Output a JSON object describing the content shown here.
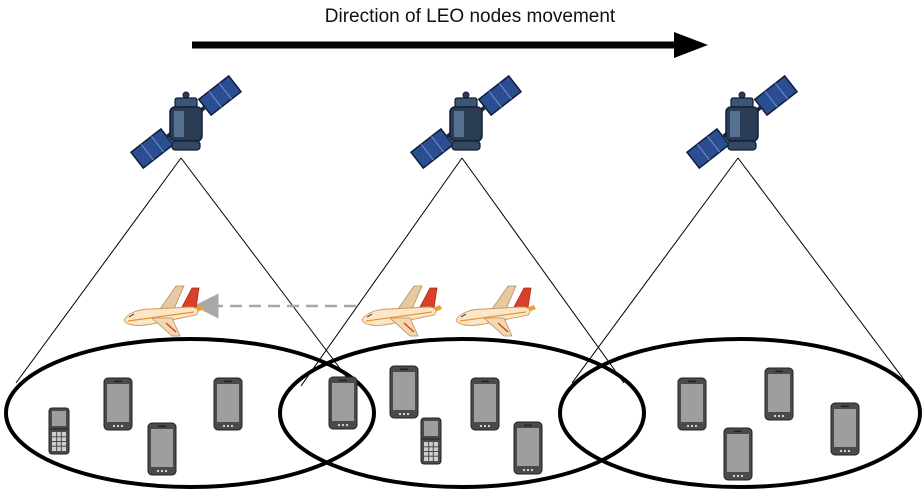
{
  "direction_label": "Direction of LEO nodes movement",
  "colors": {
    "satellite_panel": "#2b4e92",
    "satellite_body": "#2a3d55",
    "phone_body": "#4a4a4a",
    "phone_screen": "#9e9e9e",
    "plane_body": "#fbe6c6",
    "plane_tail": "#d9402a",
    "footprint": "#000000",
    "plane_path": "#a8a8a8"
  },
  "nodes": {
    "satellites": 3,
    "coverage_cells": 3,
    "aircraft": 3,
    "smartphones": 11,
    "feature_phones": 2
  }
}
